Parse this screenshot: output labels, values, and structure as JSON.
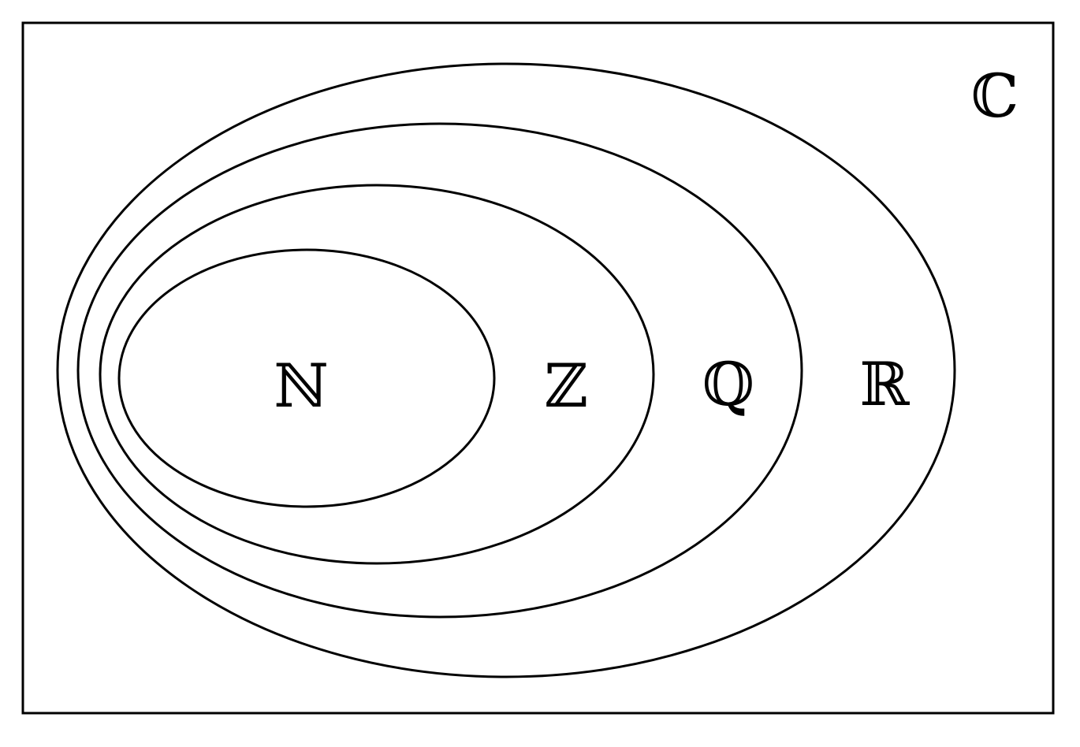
{
  "diagram": {
    "universe": {
      "label": "ℂ"
    },
    "sets": [
      {
        "id": "R",
        "label": "ℝ"
      },
      {
        "id": "Q",
        "label": "ℚ"
      },
      {
        "id": "Z",
        "label": "ℤ"
      },
      {
        "id": "N",
        "label": "ℕ"
      }
    ],
    "colors": {
      "stroke": "#000000",
      "background": "#ffffff"
    }
  }
}
